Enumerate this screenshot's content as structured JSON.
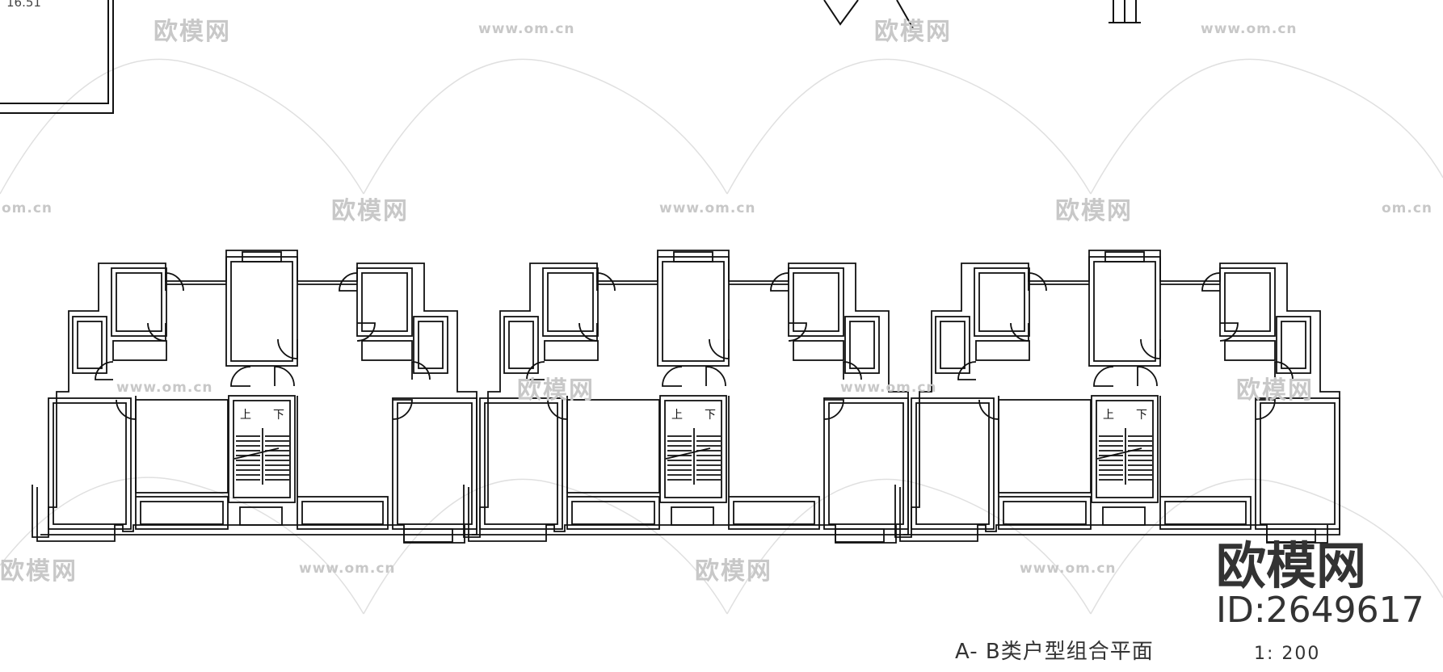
{
  "drawing": {
    "title": "A- B类户型组合平面",
    "scale": "1: 200",
    "top_left_value": "16.51",
    "stair_up": "上",
    "stair_down": "下"
  },
  "watermark": {
    "brand": "欧模网",
    "url": "www.om.cn",
    "url_partial": "om.cn",
    "logo_text": "欧模网",
    "id_text": "ID:2649617"
  },
  "colors": {
    "line": "#111111",
    "watermark": "#c8c8c8"
  }
}
